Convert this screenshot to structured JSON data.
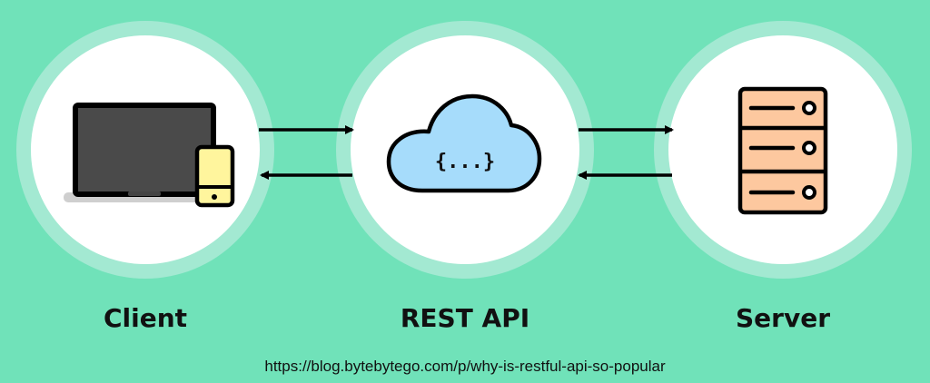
{
  "nodes": [
    {
      "label": "Client",
      "icon": "laptop-phone-icon"
    },
    {
      "label": "REST API",
      "icon": "cloud-icon",
      "icon_text": "{...}"
    },
    {
      "label": "Server",
      "icon": "server-icon"
    }
  ],
  "source_url": "https://blog.bytebytego.com/p/why-is-restful-api-so-popular",
  "colors": {
    "background": "#70e2b9",
    "ring": "#a3e9d2",
    "laptop_screen": "#4a4a4a",
    "phone": "#fff59d",
    "cloud": "#a6dcfb",
    "server": "#fdc89f"
  }
}
